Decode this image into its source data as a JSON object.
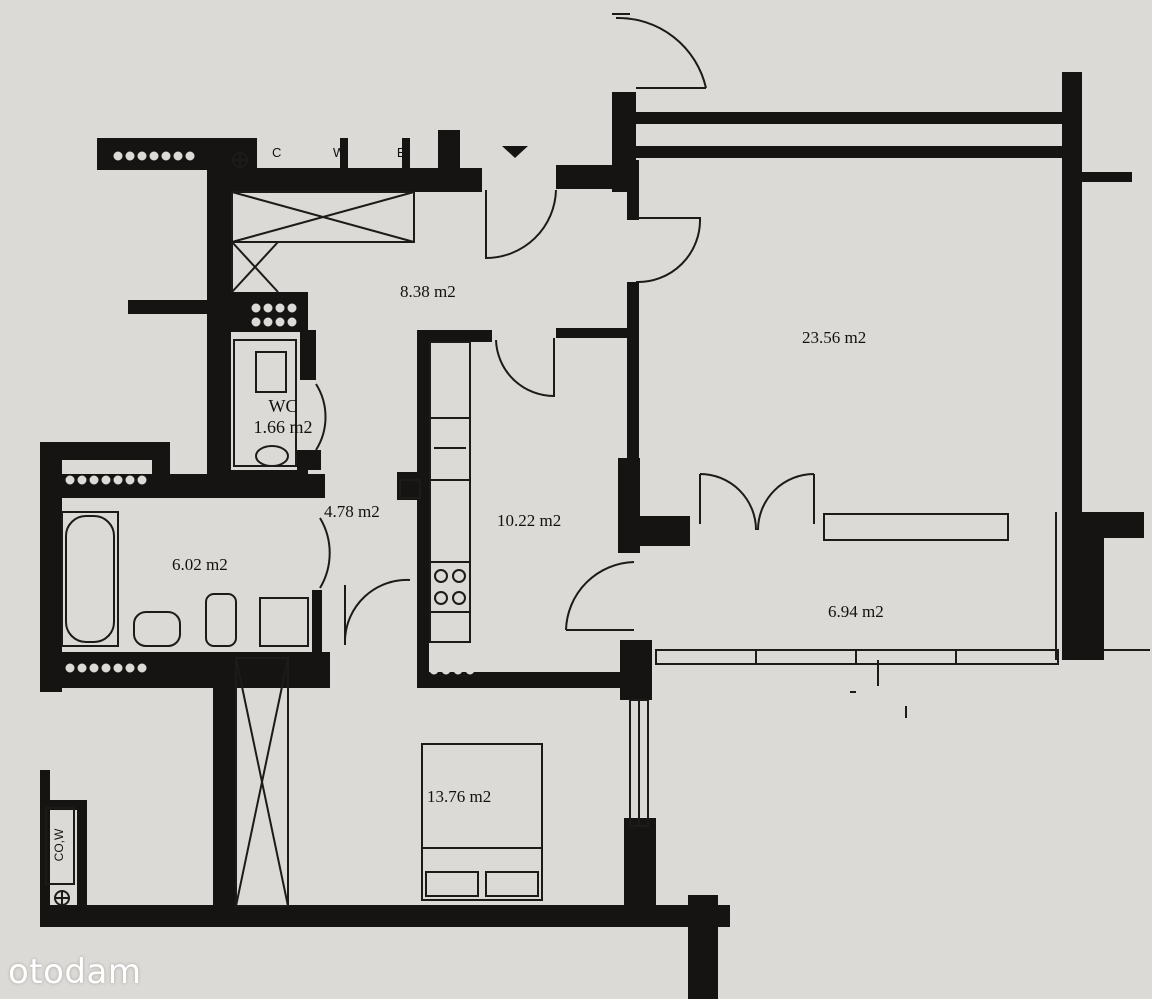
{
  "rooms": {
    "hall": "8.38 m2",
    "living": "23.56 m2",
    "wc_title": "WC",
    "wc_area": "1.66 m2",
    "corridor": "4.78 m2",
    "kitchen": "10.22 m2",
    "bathroom": "6.02 m2",
    "balcony": "6.94 m2",
    "bedroom": "13.76 m2"
  },
  "labels": {
    "cow": "CO,W",
    "entrance_marks": "C  W  E"
  },
  "watermark": "otodam",
  "colors": {
    "wall": "#151413",
    "paper": "#dcdad6",
    "line": "#1c1b1a"
  }
}
